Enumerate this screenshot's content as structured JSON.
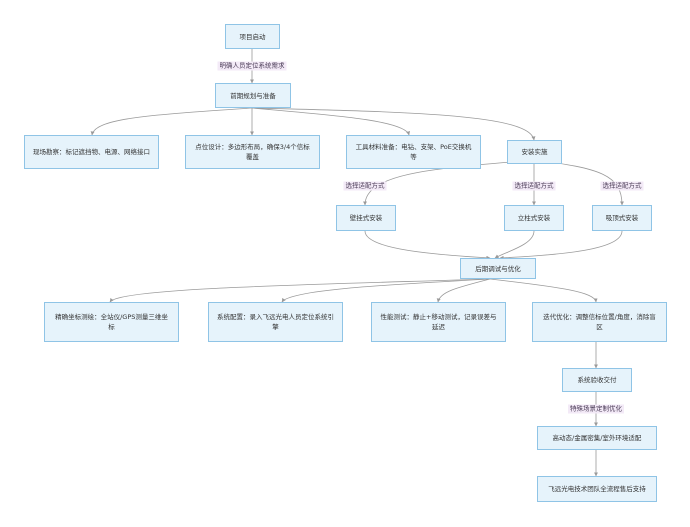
{
  "nodes": {
    "start": "项目启动",
    "plan": "前期规划与准备",
    "survey": "现场勘察：标记遮挡物、电源、网络接口",
    "point_design": "点位设计：多边形布局，确保3/4个信标覆盖",
    "tools": "工具材料准备：电钻、支架、PoE交换机等",
    "install": "安装实施",
    "wall": "壁挂式安装",
    "pole": "立柱式安装",
    "ceiling": "吸顶式安装",
    "debug": "后期调试与优化",
    "coord": "精确坐标测绘：全站仪/GPS测量三维坐标",
    "config": "系统配置：录入飞远光电人员定位系统引擎",
    "perf": "性能测试：静止+移动测试，记录误差与延迟",
    "iterate": "迭代优化：调整信标位置/角度，消除盲区",
    "accept": "系统验收交付",
    "dynamic": "高动态/金属密集/室外环境适配",
    "support": "飞远光电技术团队全流程售后支持"
  },
  "edge_labels": {
    "start_plan": "明确人员定位系统需求",
    "install_wall": "选择适配方式",
    "install_pole": "选择适配方式",
    "install_ceiling": "选择适配方式",
    "accept_dynamic": "特殊场景定制优化"
  }
}
